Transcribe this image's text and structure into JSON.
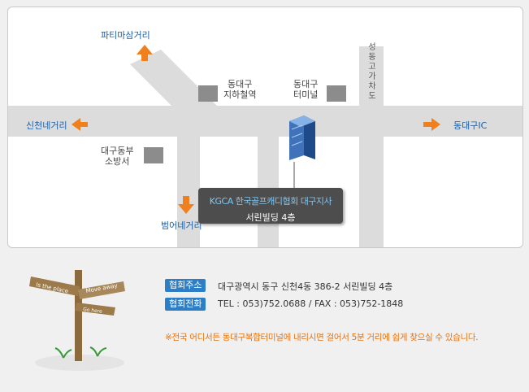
{
  "map": {
    "place_labels": {
      "north": "파티마삼거리",
      "west": "신천네거리",
      "east": "동대구IC",
      "south": "범어네거리"
    },
    "landmarks": {
      "subway_line1": "동대구",
      "subway_line2": "지하철역",
      "terminal_line1": "동대구",
      "terminal_line2": "터미널",
      "fire_line1": "대구동부",
      "fire_line2": "소방서",
      "overpass": "성동고가차도"
    },
    "callout": {
      "title": "KGCA 한국골프캐디협회 대구지사",
      "subtitle": "서린빌딩 4층"
    },
    "colors": {
      "road": "#dcdcdc",
      "arrow": "#f07f1e",
      "label_blue": "#1a5fa8",
      "landmark_box": "#8c8c8c"
    }
  },
  "info": {
    "address_label": "협회주소",
    "address_value": "대구광역시 동구 신천4동 386-2 서린빌딩 4층",
    "phone_label": "협회전화",
    "phone_value": "TEL : 053)752.0688 / FAX : 053)752-1848",
    "notice": "※전국 어디서든 동대구복합터미널에 내리시면 걸어서 5분 거리에 쉽게 찾으실 수 있습니다.",
    "signpost": {
      "sign1": "Is the place",
      "sign2": "Move away",
      "sign3": "Go here"
    }
  }
}
